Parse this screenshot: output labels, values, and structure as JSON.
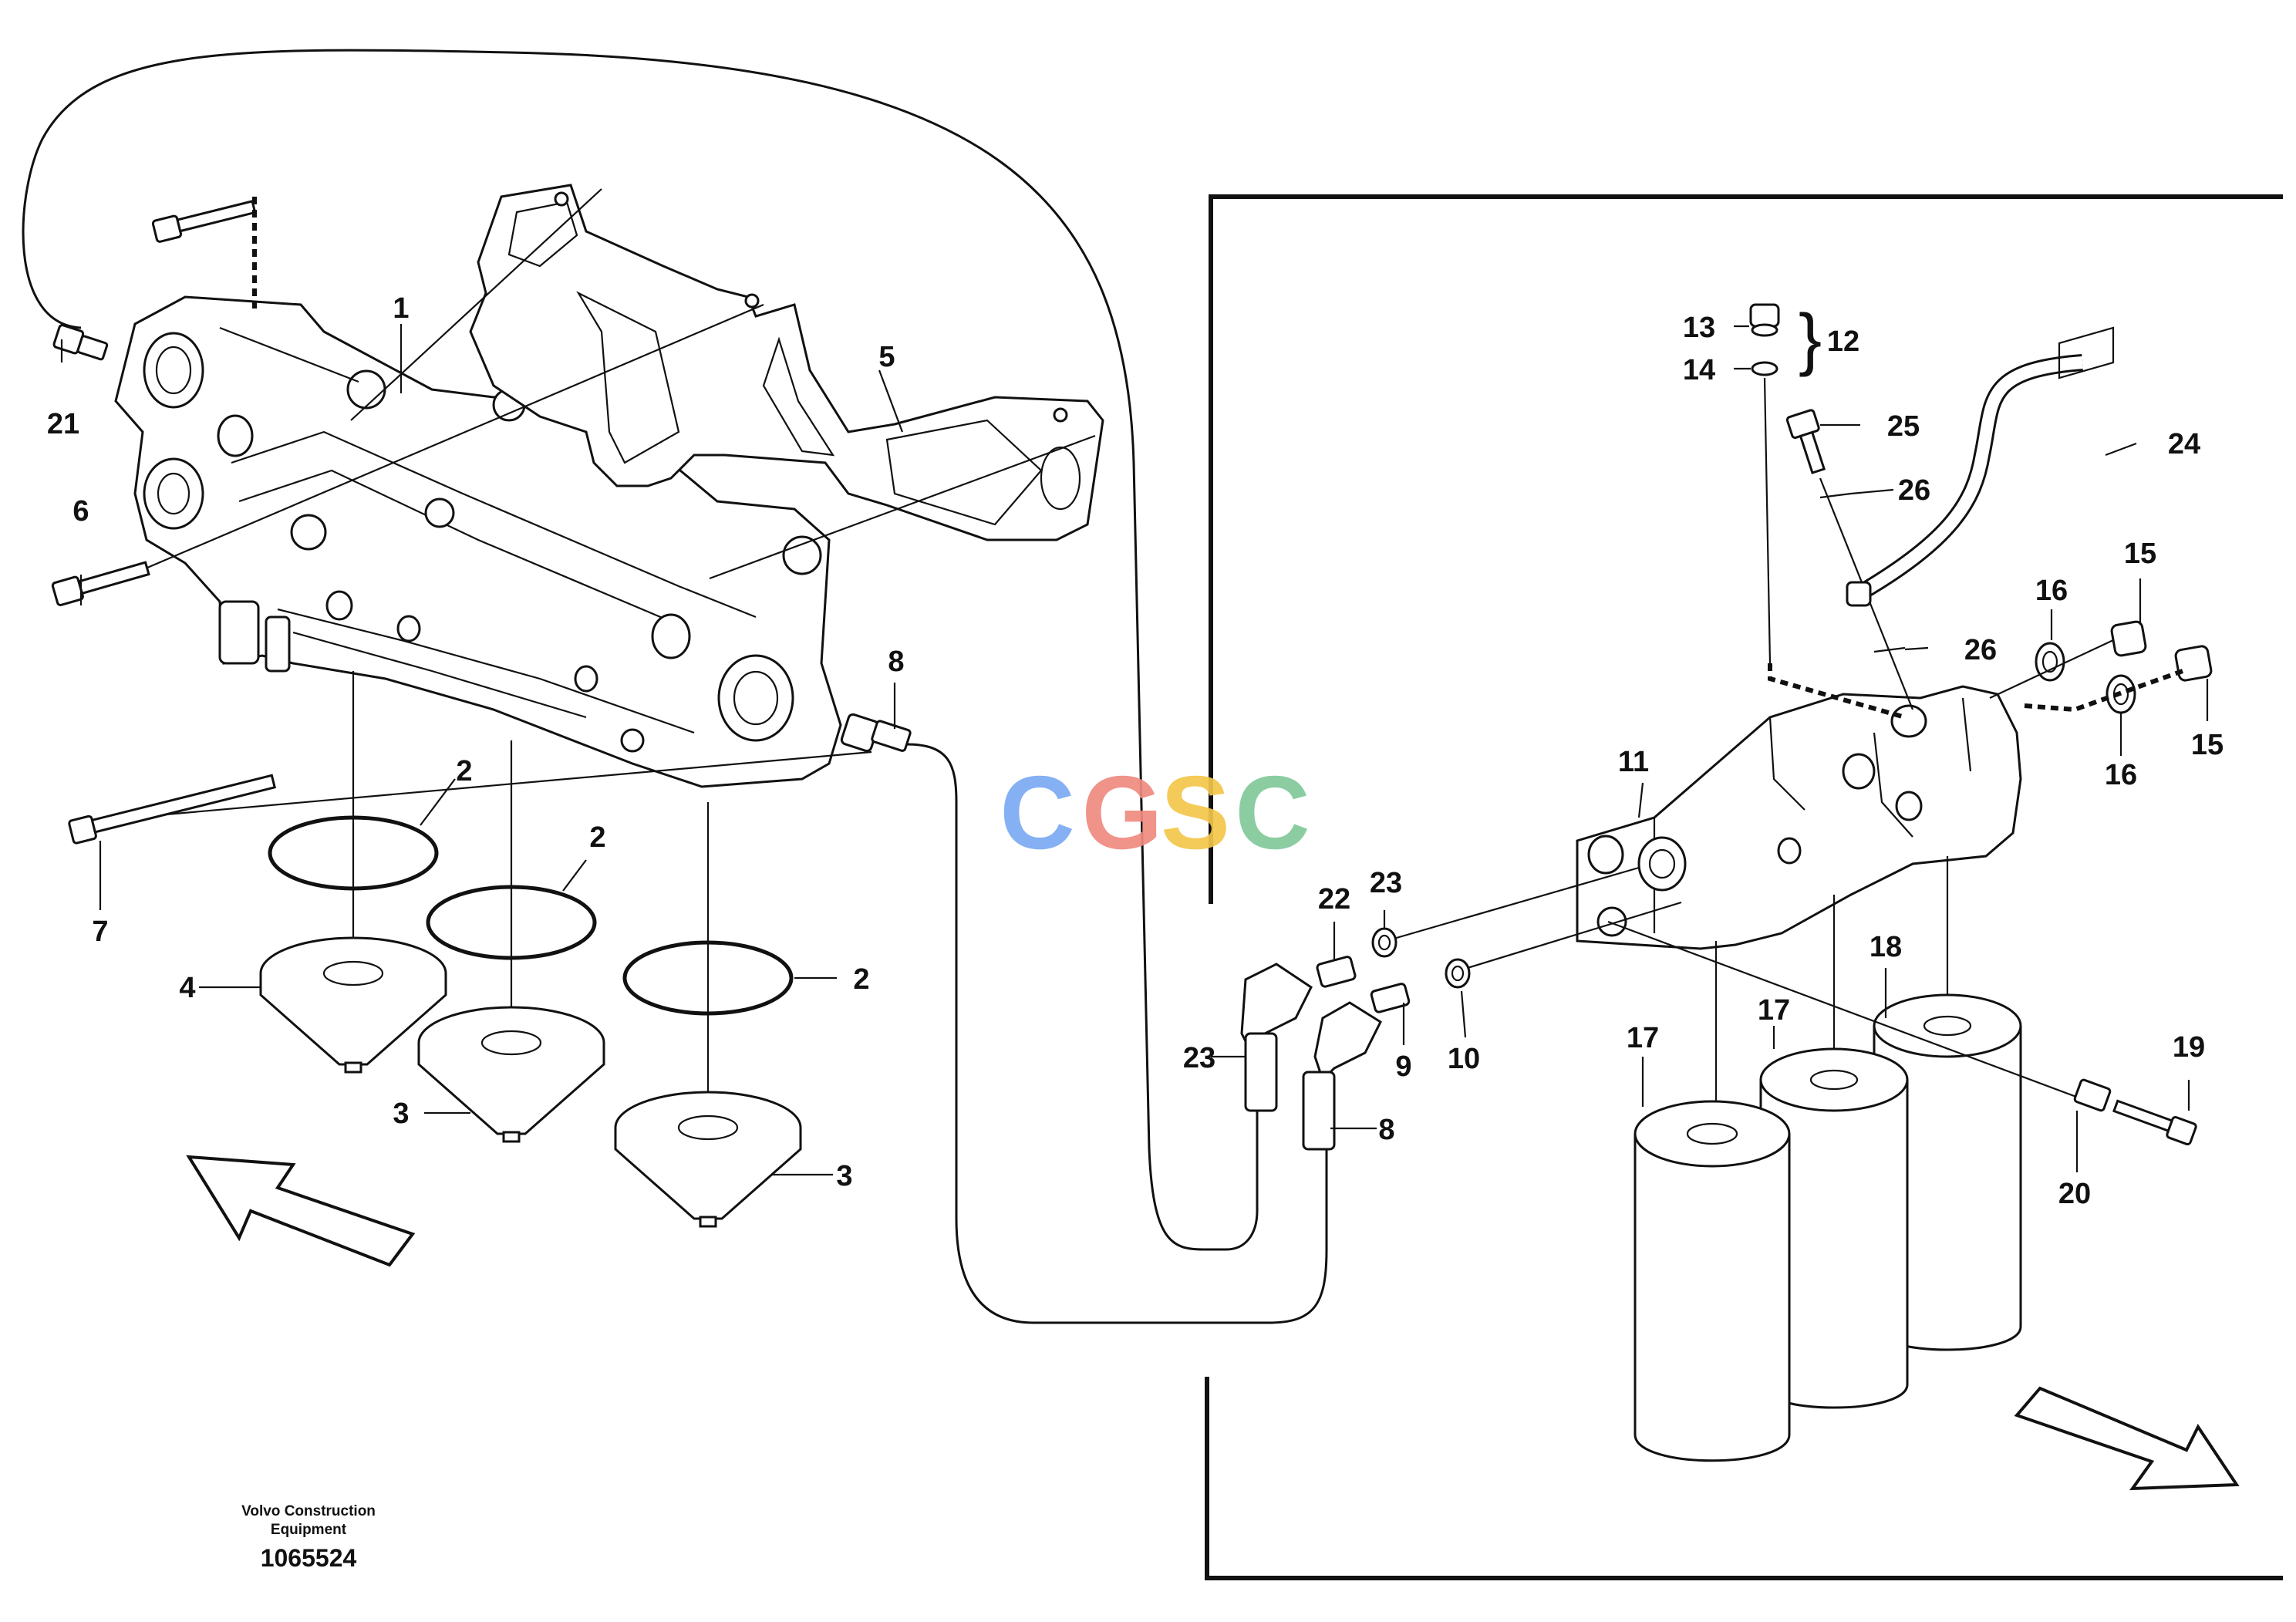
{
  "watermark": {
    "letters": [
      "C",
      "G",
      "S",
      "C"
    ],
    "colors": [
      "#7baaf2",
      "#ef8a80",
      "#f4c64a",
      "#82c99a"
    ]
  },
  "footer": {
    "maker_line1": "Volvo Construction",
    "maker_line2": "Equipment",
    "doc_number": "1065524"
  },
  "callouts": {
    "c1": "1",
    "c2a": "2",
    "c2b": "2",
    "c2c": "2",
    "c3a": "3",
    "c3b": "3",
    "c4": "4",
    "c5": "5",
    "c6": "6",
    "c7": "7",
    "c8a": "8",
    "c8b": "8",
    "c9": "9",
    "c10": "10",
    "c11": "11",
    "c12": "12",
    "c13": "13",
    "c14": "14",
    "c15a": "15",
    "c15b": "15",
    "c16a": "16",
    "c16b": "16",
    "c17a": "17",
    "c17b": "17",
    "c18": "18",
    "c19": "19",
    "c20": "20",
    "c21": "21",
    "c22": "22",
    "c23a": "23",
    "c23b": "23",
    "c24": "24",
    "c25": "25",
    "c26a": "26",
    "c26b": "26"
  }
}
